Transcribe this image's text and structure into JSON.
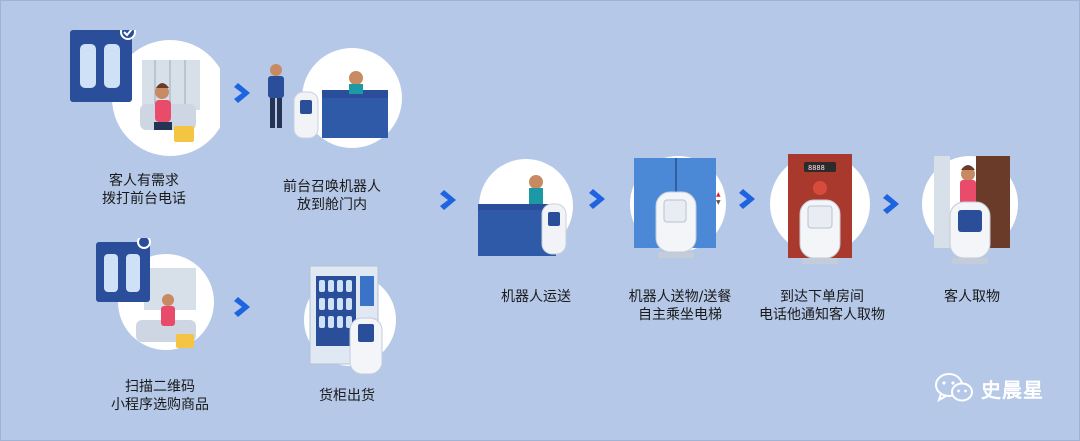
{
  "steps": {
    "s1": {
      "label": "客人有需求\n拨打前台电话",
      "icon": "guest-phone-call-illustration"
    },
    "s2": {
      "label": "前台召唤机器人\n放到舱门内",
      "icon": "front-desk-robot-illustration"
    },
    "s3": {
      "label": "扫描二维码\n小程序选购商品",
      "icon": "guest-scan-qr-illustration"
    },
    "s4": {
      "label": "货柜出货",
      "icon": "vending-cabinet-illustration"
    },
    "s5": {
      "label": "机器人运送",
      "icon": "robot-delivery-illustration"
    },
    "s6": {
      "label": "机器人送物/送餐\n自主乘坐电梯",
      "icon": "robot-elevator-illustration"
    },
    "s7": {
      "label": "到达下单房间\n电话他通知客人取物",
      "icon": "robot-door-arrive-illustration"
    },
    "s8": {
      "label": "客人取物",
      "icon": "guest-pickup-illustration"
    }
  },
  "watermark": {
    "text": "史晨星",
    "icon": "wechat-icon"
  },
  "colors": {
    "background": "#b5c8e8",
    "accent": "#1e63e0",
    "panel": "#2a4e9a"
  }
}
